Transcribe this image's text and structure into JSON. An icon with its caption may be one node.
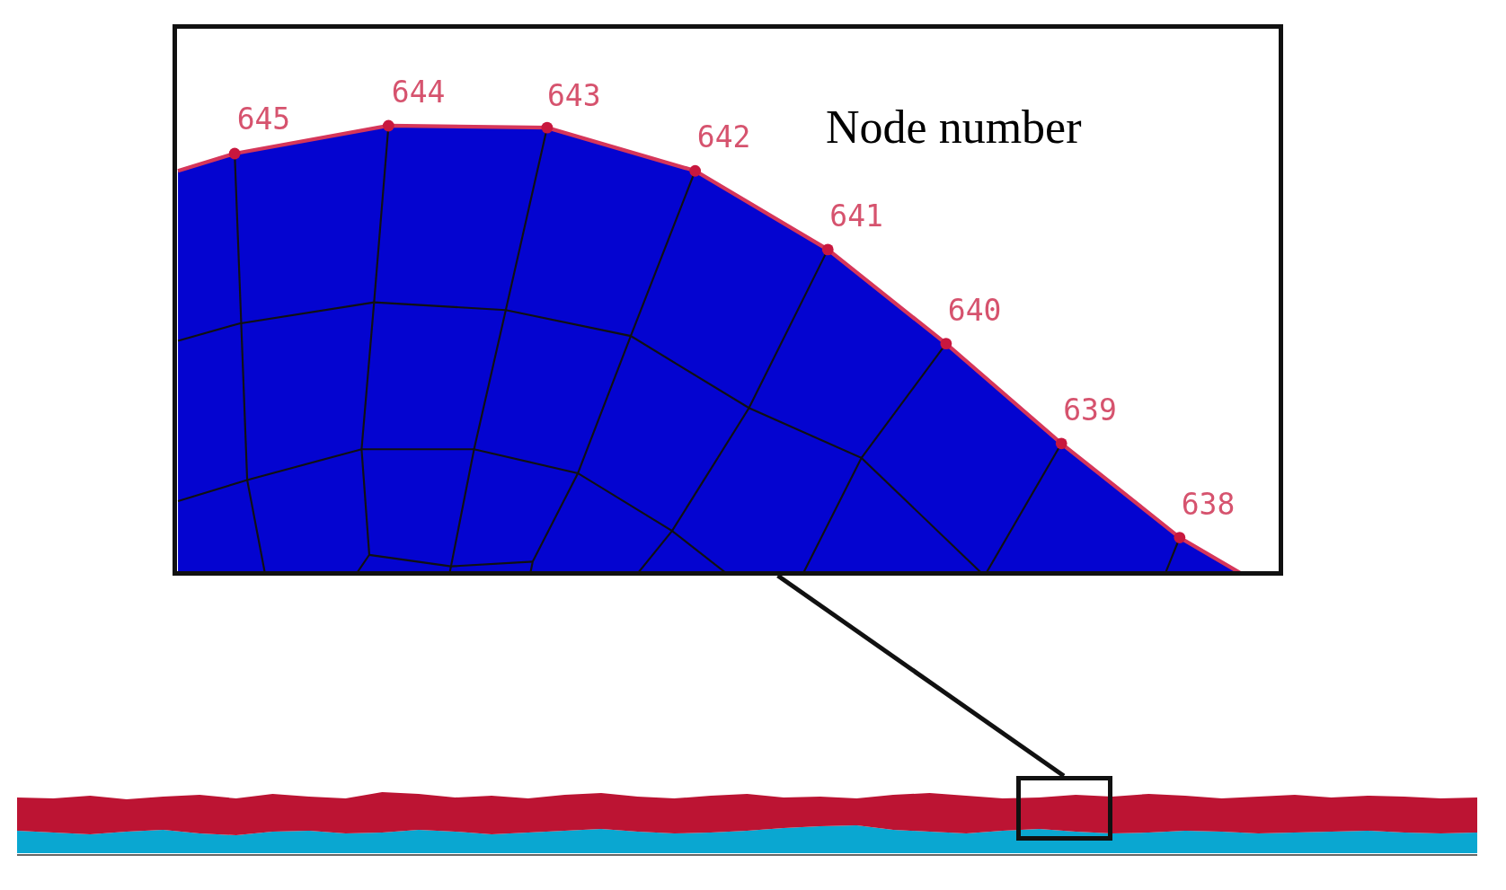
{
  "diagram": {
    "nodes": [
      {
        "text": [
          "Node number"
        ]
      },
      {
        "text": [],
        "shape": "box"
      }
    ],
    "edges": [
      {
        "from": 1,
        "to": 0,
        "arrow": "none"
      }
    ],
    "labels": [
      "645",
      "644",
      "643",
      "642",
      "641",
      "640",
      "639",
      "638"
    ]
  }
}
